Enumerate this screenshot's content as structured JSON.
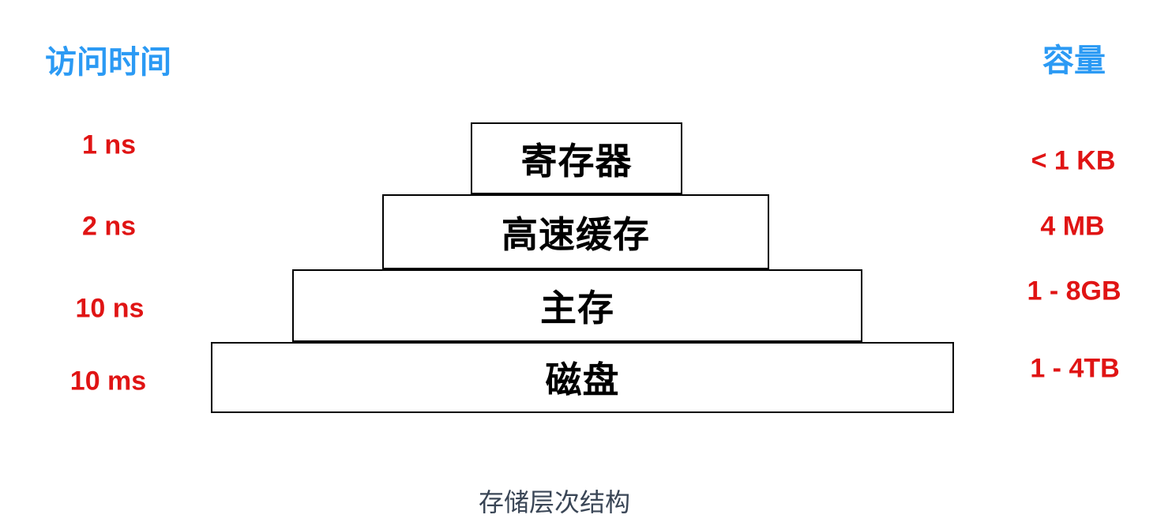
{
  "header": {
    "left_title": "访问时间",
    "right_title": "容量"
  },
  "pyramid": {
    "levels": [
      {
        "label": "寄存器",
        "access_time": "1 ns",
        "capacity": "< 1 KB"
      },
      {
        "label": "高速缓存",
        "access_time": "2 ns",
        "capacity": "4 MB"
      },
      {
        "label": "主存",
        "access_time": "10 ns",
        "capacity": "1 - 8GB"
      },
      {
        "label": "磁盘",
        "access_time": "10 ms",
        "capacity": "1 - 4TB"
      }
    ]
  },
  "caption": "存储层次结构",
  "colors": {
    "title_blue": "#2B9AF4",
    "value_red": "#E01414",
    "caption_dark": "#3A4656",
    "box_border": "#000000",
    "background": "#FFFFFF"
  }
}
